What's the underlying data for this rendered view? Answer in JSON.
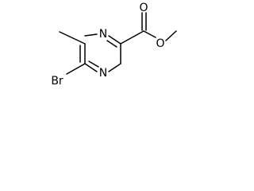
{
  "molecule": {
    "atoms": {
      "ring_n_top": "N",
      "ring_n_bottom": "N",
      "bromine": "Br",
      "carbonyl_oxygen": "O",
      "ester_oxygen": "O"
    },
    "colors": {
      "bond": "#000000",
      "label": "#000000",
      "background": "#ffffff"
    }
  }
}
